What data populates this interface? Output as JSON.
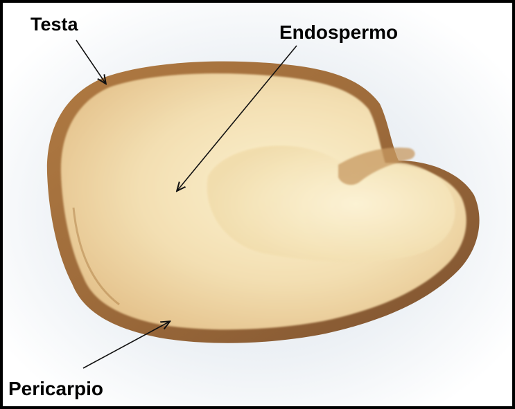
{
  "labels": {
    "testa": "Testa",
    "endospermo": "Endospermo",
    "pericarpio": "Pericarpio"
  },
  "colors": {
    "frame": "#000000",
    "arrow": "#111111",
    "coat": "#9c6a3a",
    "endosperm": "#f3dfb2",
    "embryo_shadow": "#c89a62"
  }
}
